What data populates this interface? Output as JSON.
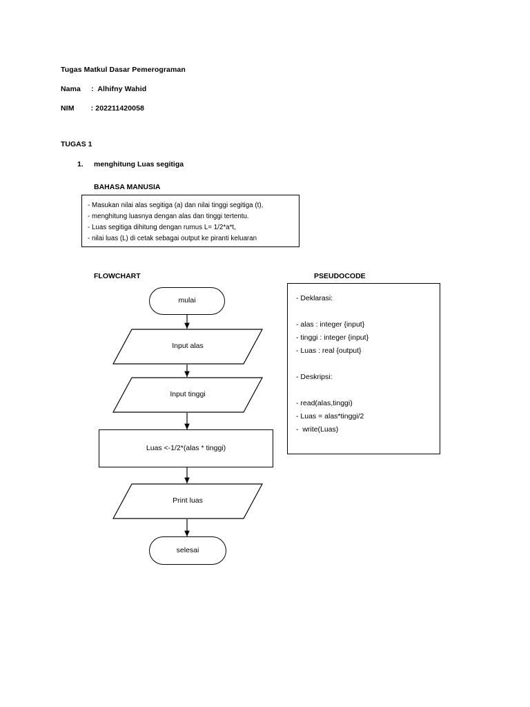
{
  "document": {
    "header": {
      "line1": "Tugas Matkul Dasar Pemerograman",
      "line2": "Nama     :  Alhifny Wahid",
      "line3": "NIM        : 202211420058"
    },
    "section_title": "TUGAS 1",
    "item": {
      "number": "1.",
      "text": "menghitung Luas segitiga"
    },
    "labels": {
      "bahasa_manusia": "BAHASA MANUSIA",
      "flowchart": "FLOWCHART",
      "pseudocode": "PSEUDOCODE"
    },
    "bahasa_manusia_lines": [
      "- Masukan nilai alas segitiga (a) dan nilai tinggi segitiga (t),",
      "- menghitung luasnya dengan alas dan tinggi tertentu.",
      "- Luas segitiga dihitung dengan rumus L= 1/2*a*t,",
      "- nilai luas (L) di cetak sebagai output ke piranti keluaran"
    ],
    "pseudocode_lines": [
      "- Deklarasi:",
      "",
      "- alas : integer {input}",
      "- tinggi : integer {input}",
      "- Luas : real {output}",
      "",
      "- Deskripsi:",
      "",
      "- read(alas,tinggi)",
      "- Luas = alas*tinggi/2",
      "-  write(Luas)"
    ],
    "flowchart": {
      "nodes": [
        {
          "id": "start",
          "shape": "terminator",
          "label": "mulai"
        },
        {
          "id": "input-alas",
          "shape": "parallelogram",
          "label": "Input alas"
        },
        {
          "id": "input-tinggi",
          "shape": "parallelogram",
          "label": "Input tinggi"
        },
        {
          "id": "process-luas",
          "shape": "rectangle",
          "label": "Luas <-1/2*(alas * tinggi)"
        },
        {
          "id": "print-luas",
          "shape": "parallelogram",
          "label": "Print luas"
        },
        {
          "id": "end",
          "shape": "terminator",
          "label": "selesai"
        }
      ]
    },
    "colors": {
      "stroke": "#000000",
      "background": "#ffffff",
      "text": "#000000"
    }
  }
}
